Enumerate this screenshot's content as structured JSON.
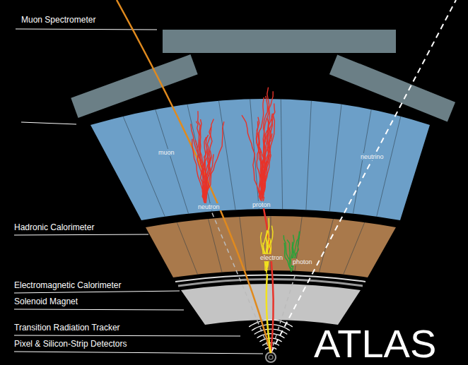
{
  "diagram": {
    "title": "ATLAS",
    "labels": [
      "Muon Spectrometer",
      "muon",
      "neutrino",
      "neutron",
      "proton",
      "Hadronic Calorimeter",
      "electron",
      "photon",
      "Electromagnetic Calorimeter",
      "Solenoid Magnet",
      "Transition Radiation Tracker",
      "Pixel & Silicon-Strip Detectors"
    ]
  }
}
